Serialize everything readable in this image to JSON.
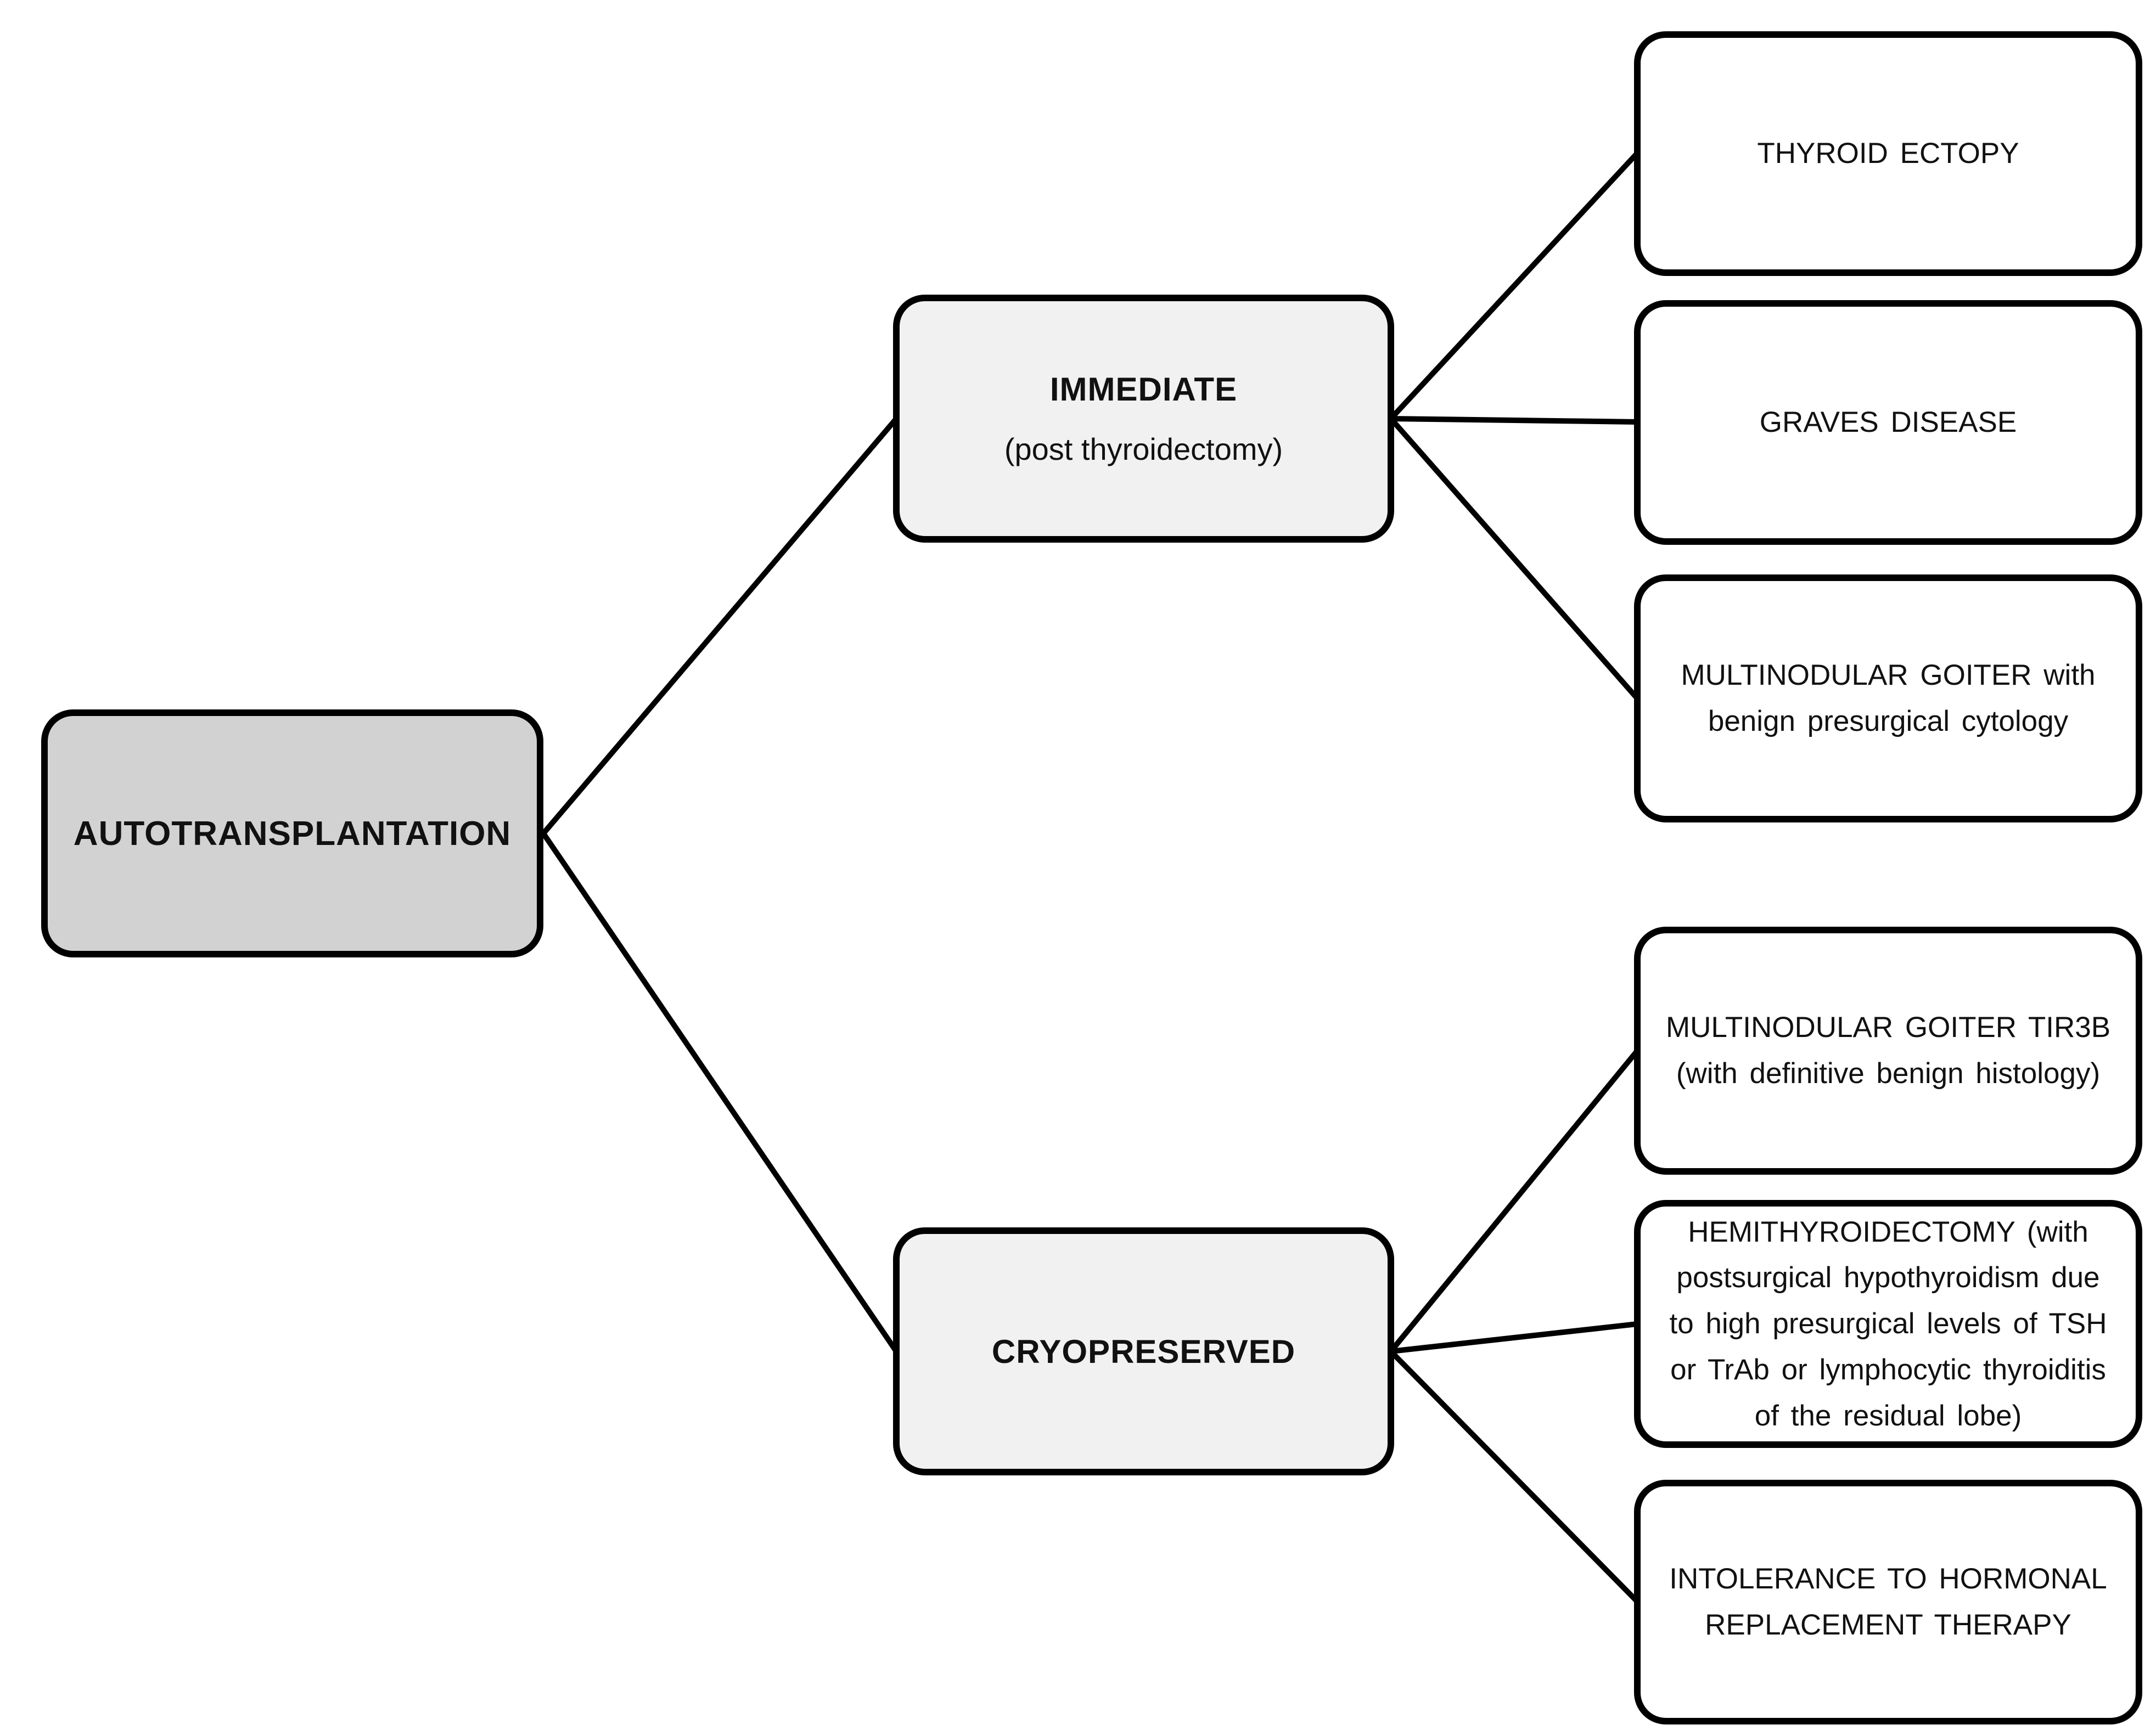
{
  "figure": {
    "title": "Autotransplantation decision tree",
    "colors": {
      "background": "#ffffff",
      "root_fill": "#d2d2d2",
      "branch_fill": "#f1f1f1",
      "leaf_fill": "#ffffff",
      "stroke": "#000000",
      "text": "#111111"
    },
    "root": {
      "label": "AUTOTRANSPLANTATION"
    },
    "branches": [
      {
        "title": "IMMEDIATE",
        "subtitle": "(post thyroidectomy)"
      },
      {
        "title": "CRYOPRESERVED",
        "subtitle": ""
      }
    ],
    "leaves": [
      {
        "label": "THYROID ECTOPY",
        "lines": [
          "THYROID ECTOPY"
        ]
      },
      {
        "label": "GRAVES DISEASE",
        "lines": [
          "GRAVES DISEASE"
        ]
      },
      {
        "label": "MULTINODULAR GOITER with benign presurgical cytology",
        "lines": [
          "MULTINODULAR GOITER with",
          "benign presurgical cytology"
        ]
      },
      {
        "label": "MULTINODULAR GOITER TIR3B (with definitive benign histology)",
        "lines": [
          "MULTINODULAR GOITER TIR3B",
          "(with definitive benign histology)"
        ]
      },
      {
        "label": "HEMITHYROIDECTOMY (with postsurgical hypothyroidism due to high presurgical levels of TSH or TrAb or lymphocytic thyroiditis of the residual lobe)",
        "lines": [
          "HEMITHYROIDECTOMY  (with",
          "postsurgical hypothyroidism due",
          "to high presurgical levels of TSH",
          "or TrAb  or lymphocytic thyroiditis",
          "of the residual lobe)"
        ]
      },
      {
        "label": "INTOLERANCE TO HORMONAL REPLACEMENT THERAPY",
        "lines": [
          "INTOLERANCE  TO  HORMONAL",
          "REPLACEMENT  THERAPY"
        ]
      }
    ]
  }
}
